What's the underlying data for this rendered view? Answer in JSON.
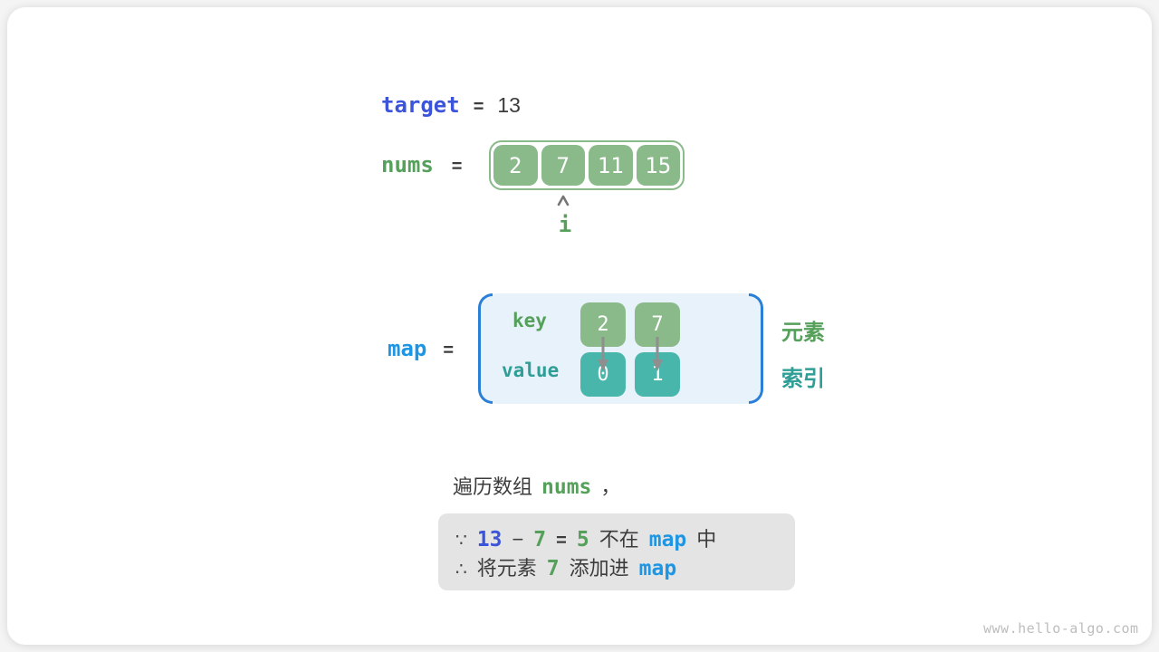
{
  "colors": {
    "indigo": "#3b54d9",
    "blue": "#1e96e3",
    "blue_border": "#2a7fd6",
    "green_text": "#55a05a",
    "teal_text": "#2e9e96",
    "green_box": "#8ab98a",
    "teal_box": "#49b6ab"
  },
  "target": {
    "label": "target",
    "equals": "=",
    "value": "13"
  },
  "nums": {
    "label": "nums",
    "equals": "=",
    "values": [
      "2",
      "7",
      "11",
      "15"
    ],
    "pointer_label": "i"
  },
  "map": {
    "label": "map",
    "equals": "=",
    "key_label": "key",
    "value_label": "value",
    "keys": [
      "2",
      "7"
    ],
    "values": [
      "0",
      "1"
    ],
    "side_top": "元素",
    "side_bottom": "索引"
  },
  "note": {
    "intro_text": "遍历数组",
    "intro_code": "nums",
    "intro_comma": "，",
    "line1": {
      "because": "∵",
      "target": "13",
      "minus": "−",
      "num": "7",
      "equals": "=",
      "diff": "5",
      "text1": "不在",
      "code": "map",
      "text2": "中"
    },
    "line2": {
      "therefore": "∴",
      "text1": "将元素",
      "num": "7",
      "text2": "添加进",
      "code": "map"
    }
  },
  "watermark": "www.hello-algo.com"
}
